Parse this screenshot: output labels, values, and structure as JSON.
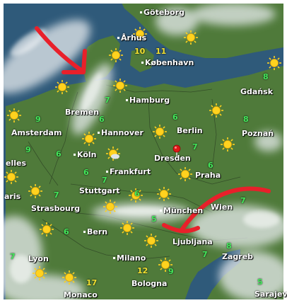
{
  "colors": {
    "land": "#4f7a3a",
    "sea": "#2f5a7a",
    "temp_green": "#42e85a",
    "temp_yellow": "#f2e030",
    "arrow": "#e8202a",
    "marker": "#e01818"
  },
  "icons": {
    "sun": "sun-icon",
    "sun_cloud": "partly-cloudy-icon",
    "pin": "location-pin-icon",
    "arrow": "hand-drawn-arrow-icon"
  },
  "cities": [
    {
      "name": "Göteborg"
    },
    {
      "name": "Århus"
    },
    {
      "name": "København"
    },
    {
      "name": "Gdańsk"
    },
    {
      "name": "Hamburg"
    },
    {
      "name": "Bremen"
    },
    {
      "name": "Amsterdam"
    },
    {
      "name": "Hannover"
    },
    {
      "name": "Berlin"
    },
    {
      "name": "Poznań"
    },
    {
      "name": "Köln"
    },
    {
      "name": "Dresden"
    },
    {
      "name": "Frankfurt"
    },
    {
      "name": "Praha"
    },
    {
      "name": "elles"
    },
    {
      "name": "aris"
    },
    {
      "name": "Stuttgart"
    },
    {
      "name": "Strasbourg"
    },
    {
      "name": "München"
    },
    {
      "name": "Wien"
    },
    {
      "name": "Bern"
    },
    {
      "name": "Ljubljana"
    },
    {
      "name": "Lyon"
    },
    {
      "name": "Milano"
    },
    {
      "name": "Zagreb"
    },
    {
      "name": "Bologna"
    },
    {
      "name": "Monaco"
    },
    {
      "name": "Sarajev"
    }
  ],
  "temperatures": [
    {
      "value": "10"
    },
    {
      "value": "11"
    },
    {
      "value": "8"
    },
    {
      "value": "7"
    },
    {
      "value": "9"
    },
    {
      "value": "6"
    },
    {
      "value": "6"
    },
    {
      "value": "8"
    },
    {
      "value": "6"
    },
    {
      "value": "7"
    },
    {
      "value": "9"
    },
    {
      "value": "6"
    },
    {
      "value": "7"
    },
    {
      "value": "6"
    },
    {
      "value": "7"
    },
    {
      "value": "6"
    },
    {
      "value": "7"
    },
    {
      "value": "5"
    },
    {
      "value": "7"
    },
    {
      "value": "6"
    },
    {
      "value": "7"
    },
    {
      "value": "8"
    },
    {
      "value": "9"
    },
    {
      "value": "12"
    },
    {
      "value": "17"
    },
    {
      "value": "5"
    }
  ]
}
